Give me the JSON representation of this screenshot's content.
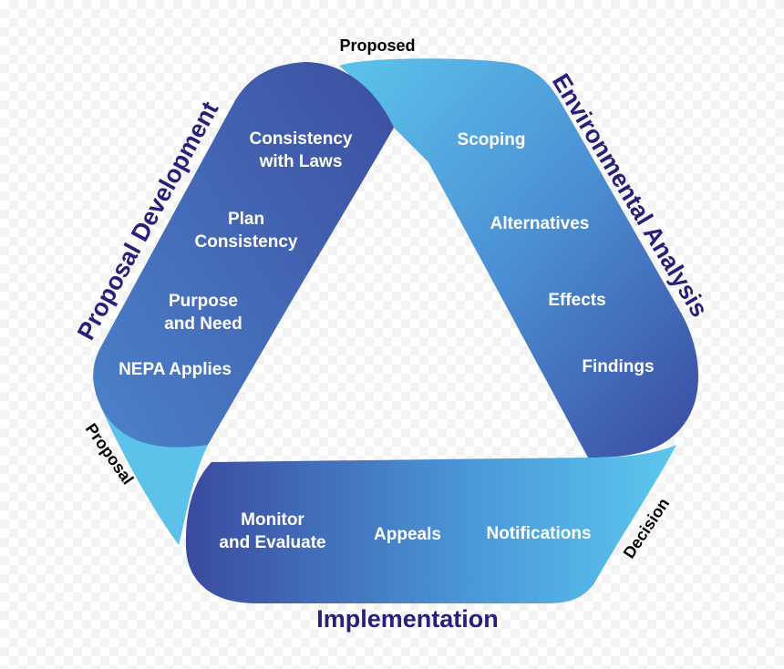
{
  "colors": {
    "band_dark": "#3a4fa3",
    "band_light": "#5cc2ea",
    "title_color": "#26207a",
    "step_text": "#ffffff",
    "corner_text": "#000000"
  },
  "sides": {
    "proposal_development": {
      "title": "Proposal Development",
      "steps": {
        "s1a": "Consistency",
        "s1b": "with Laws",
        "s2a": "Plan",
        "s2b": "Consistency",
        "s3a": "Purpose",
        "s3b": "and Need",
        "s4": "NEPA Applies"
      }
    },
    "environmental_analysis": {
      "title": "Environmental Analysis",
      "steps": {
        "s1": "Scoping",
        "s2": "Alternatives",
        "s3": "Effects",
        "s4": "Findings"
      }
    },
    "implementation": {
      "title": "Implementation",
      "steps": {
        "s1a": "Monitor",
        "s1b": "and Evaluate",
        "s2": "Appeals",
        "s3": "Notifications"
      }
    }
  },
  "corners": {
    "proposed": "Proposed",
    "proposal": "Proposal",
    "decision": "Decision"
  }
}
